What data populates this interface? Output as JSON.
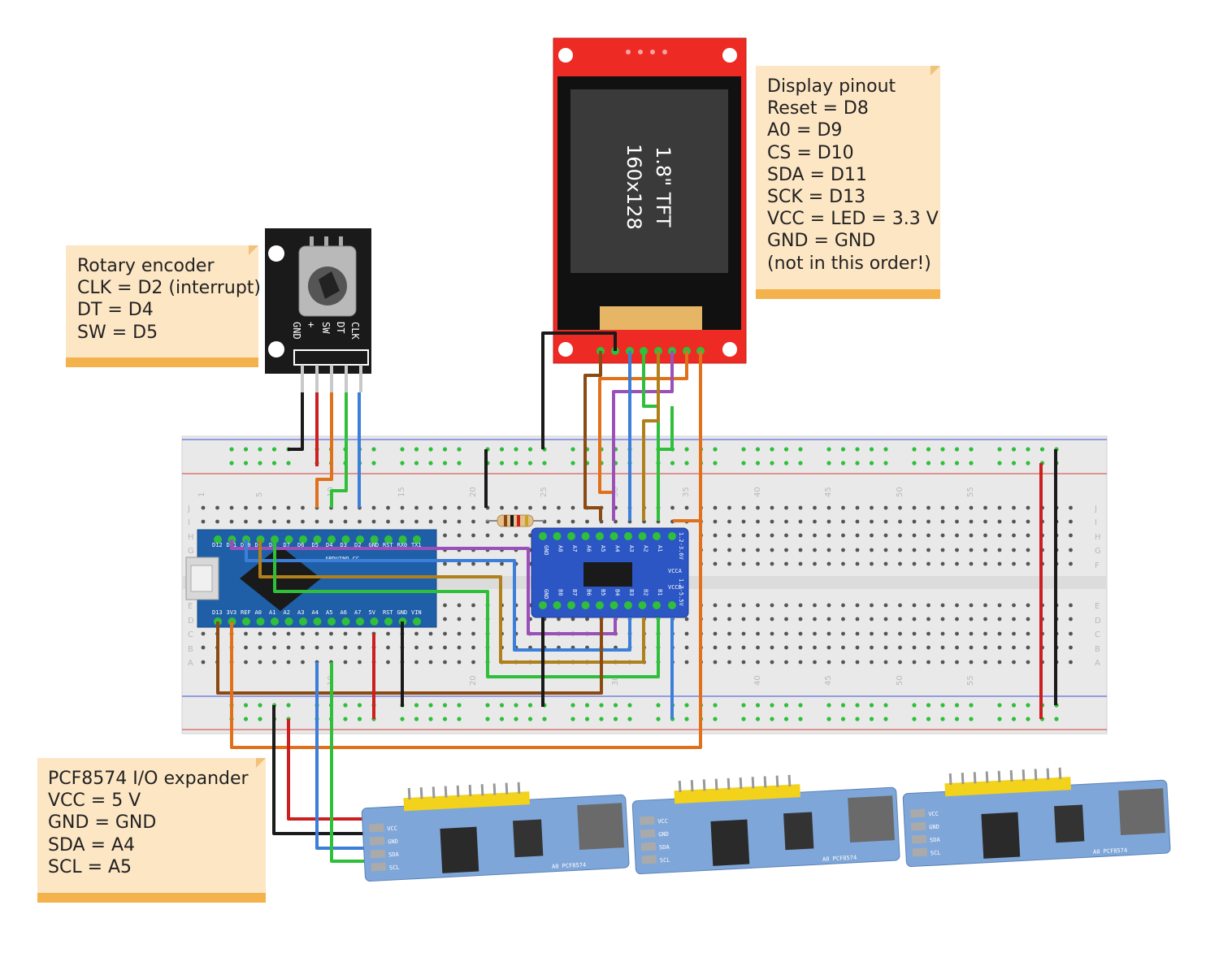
{
  "notes": {
    "encoder": {
      "lines": [
        "Rotary encoder",
        "CLK = D2 (interrupt)",
        "DT = D4",
        "SW = D5"
      ]
    },
    "display": {
      "lines": [
        "Display pinout",
        "Reset = D8",
        "A0 = D9",
        "CS = D10",
        "SDA = D11",
        "SCK = D13",
        "VCC = LED = 3.3 V",
        "GND = GND",
        "(not in this order!)"
      ]
    },
    "pcf": {
      "lines": [
        "PCF8574 I/O expander",
        "VCC = 5 V",
        "GND = GND",
        "SDA = A4",
        "SCL = A5"
      ]
    }
  },
  "tft": {
    "size_label": "1.8\" TFT",
    "res_label": "160x128"
  },
  "encoder_module": {
    "pins": [
      "CLK",
      "DT",
      "SW",
      "+",
      "GND"
    ]
  },
  "arduino": {
    "brand": "ARDUINO.CC",
    "top_pins": [
      "D12",
      "D11",
      "D10",
      "D9",
      "D8",
      "D7",
      "D6",
      "D5",
      "D4",
      "D3",
      "D2",
      "GND",
      "RST",
      "RX0",
      "TX1"
    ],
    "bottom_pins": [
      "D13",
      "3V3",
      "REF",
      "A0",
      "A1",
      "A2",
      "A3",
      "A4",
      "A5",
      "A6",
      "A7",
      "5V",
      "RST",
      "GND",
      "VIN"
    ]
  },
  "level_shifter": {
    "top_pins": [
      "GND",
      "A8",
      "A7",
      "A6",
      "A5",
      "A4",
      "A3",
      "A2",
      "A1"
    ],
    "bottom_pins": [
      "GND",
      "B8",
      "B7",
      "B6",
      "B5",
      "B4",
      "B3",
      "B2",
      "B1"
    ],
    "side_label_top": "1.2-3.6V",
    "side_label_bottom": "1.7-5.5V",
    "vcca": "VCCA",
    "vccb": "VCCB"
  },
  "breadboard": {
    "col_numbers": [
      "1",
      "5",
      "10",
      "15",
      "20",
      "25",
      "30",
      "35",
      "40",
      "45",
      "50",
      "55"
    ],
    "row_letters_top": [
      "J",
      "I",
      "H",
      "G",
      "F"
    ],
    "row_letters_bottom": [
      "E",
      "D",
      "C",
      "B",
      "A"
    ]
  },
  "pcf_modules": {
    "label": "A0 PCF8574",
    "pins": [
      "VCC",
      "GND",
      "SDA",
      "SCL"
    ]
  },
  "colors": {
    "note_bg": "#fde6c4",
    "note_border": "#f3b24c",
    "tft_pcb": "#ee2a24",
    "encoder_pcb": "#1a1a1a",
    "arduino_pcb": "#1f5fa8",
    "shifter_pcb": "#2b56c4",
    "wire_orange": "#e0701a",
    "wire_brown": "#8a4a12",
    "wire_purple": "#9b4fb8",
    "wire_blue": "#3b7fd8",
    "wire_green": "#2fbf3a",
    "wire_red": "#cc1f1f",
    "wire_black": "#1a1a1a",
    "wire_olive": "#b0801a"
  }
}
